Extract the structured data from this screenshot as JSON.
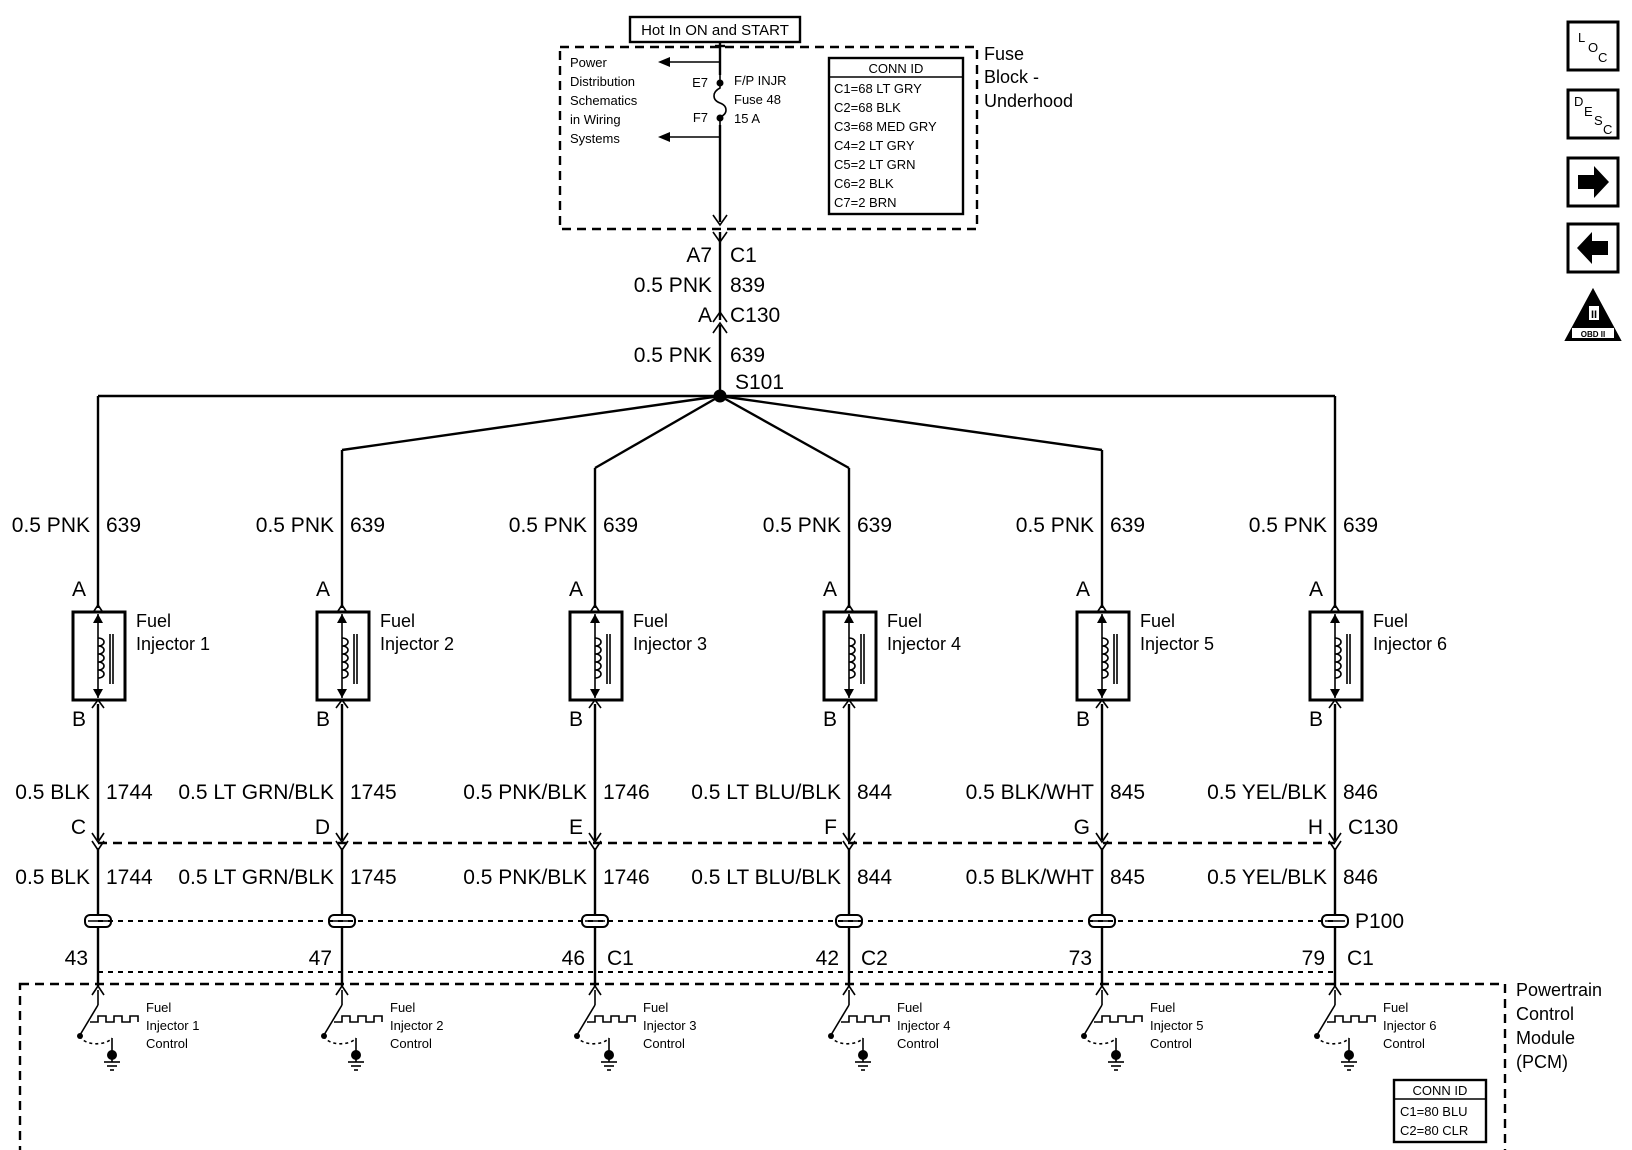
{
  "top_label": "Hot In ON and START",
  "fuse_block": {
    "title_line1": "Fuse",
    "title_line2": "Block -",
    "title_line3": "Underhood",
    "ref_lines": [
      "Power",
      "Distribution",
      "Schematics",
      "in Wiring",
      "Systems"
    ],
    "term_top": "E7",
    "term_bottom": "F7",
    "fuse_lines": [
      "F/P INJR",
      "Fuse 48",
      "15 A"
    ],
    "conn_id_title": "CONN ID",
    "conn_ids": [
      "C1=68 LT GRY",
      "C2=68 BLK",
      "C3=68 MED GRY",
      "C4=2 LT GRY",
      "C5=2 LT GRN",
      "C6=2 BLK",
      "C7=2 BRN"
    ]
  },
  "feed": {
    "pin1": "A7",
    "conn1": "C1",
    "wire1_color": "0.5 PNK",
    "wire1_circuit": "839",
    "pin2": "A",
    "conn2": "C130",
    "wire2_color": "0.5 PNK",
    "wire2_circuit": "639",
    "splice": "S101"
  },
  "injectors": [
    {
      "top_color": "0.5 PNK",
      "top_circuit": "639",
      "pin_a": "A",
      "pin_b": "B",
      "name1": "Fuel",
      "name2": "Injector 1",
      "ctrl_color": "0.5 BLK",
      "ctrl_circuit": "1744",
      "c130_pin": "C",
      "lower_color": "0.5 BLK",
      "lower_circuit": "1744",
      "pcm_pin": "43",
      "pcm_conn": "",
      "ctrl1": "Fuel",
      "ctrl2": "Injector 1",
      "ctrl3": "Control"
    },
    {
      "top_color": "0.5 PNK",
      "top_circuit": "639",
      "pin_a": "A",
      "pin_b": "B",
      "name1": "Fuel",
      "name2": "Injector 2",
      "ctrl_color": "0.5 LT GRN/BLK",
      "ctrl_circuit": "1745",
      "c130_pin": "D",
      "lower_color": "0.5 LT GRN/BLK",
      "lower_circuit": "1745",
      "pcm_pin": "47",
      "pcm_conn": "",
      "ctrl1": "Fuel",
      "ctrl2": "Injector 2",
      "ctrl3": "Control"
    },
    {
      "top_color": "0.5 PNK",
      "top_circuit": "639",
      "pin_a": "A",
      "pin_b": "B",
      "name1": "Fuel",
      "name2": "Injector 3",
      "ctrl_color": "0.5 PNK/BLK",
      "ctrl_circuit": "1746",
      "c130_pin": "E",
      "lower_color": "0.5 PNK/BLK",
      "lower_circuit": "1746",
      "pcm_pin": "46",
      "pcm_conn": "C1",
      "ctrl1": "Fuel",
      "ctrl2": "Injector 3",
      "ctrl3": "Control"
    },
    {
      "top_color": "0.5 PNK",
      "top_circuit": "639",
      "pin_a": "A",
      "pin_b": "B",
      "name1": "Fuel",
      "name2": "Injector 4",
      "ctrl_color": "0.5 LT BLU/BLK",
      "ctrl_circuit": "844",
      "c130_pin": "F",
      "lower_color": "0.5 LT BLU/BLK",
      "lower_circuit": "844",
      "pcm_pin": "42",
      "pcm_conn": "C2",
      "ctrl1": "Fuel",
      "ctrl2": "Injector 4",
      "ctrl3": "Control"
    },
    {
      "top_color": "0.5 PNK",
      "top_circuit": "639",
      "pin_a": "A",
      "pin_b": "B",
      "name1": "Fuel",
      "name2": "Injector 5",
      "ctrl_color": "0.5 BLK/WHT",
      "ctrl_circuit": "845",
      "c130_pin": "G",
      "lower_color": "0.5 BLK/WHT",
      "lower_circuit": "845",
      "pcm_pin": "73",
      "pcm_conn": "",
      "ctrl1": "Fuel",
      "ctrl2": "Injector 5",
      "ctrl3": "Control"
    },
    {
      "top_color": "0.5 PNK",
      "top_circuit": "639",
      "pin_a": "A",
      "pin_b": "B",
      "name1": "Fuel",
      "name2": "Injector 6",
      "ctrl_color": "0.5 YEL/BLK",
      "ctrl_circuit": "846",
      "c130_pin": "H",
      "lower_color": "0.5 YEL/BLK",
      "lower_circuit": "846",
      "pcm_pin": "79",
      "pcm_conn": "C1",
      "ctrl1": "Fuel",
      "ctrl2": "Injector 6",
      "ctrl3": "Control"
    }
  ],
  "c130_label": "C130",
  "p100_label": "P100",
  "pcm": {
    "title": [
      "Powertrain",
      "Control",
      "Module",
      "(PCM)"
    ],
    "conn_id_title": "CONN ID",
    "conn_ids": [
      "C1=80 BLU",
      "C2=80 CLR"
    ]
  },
  "nav": {
    "loc_l": "L",
    "loc_o": "O",
    "loc_c": "C",
    "desc_d": "D",
    "desc_e": "E",
    "desc_s": "S",
    "desc_c": "C",
    "obd_label": "OBD II",
    "obd_mark": "II"
  }
}
